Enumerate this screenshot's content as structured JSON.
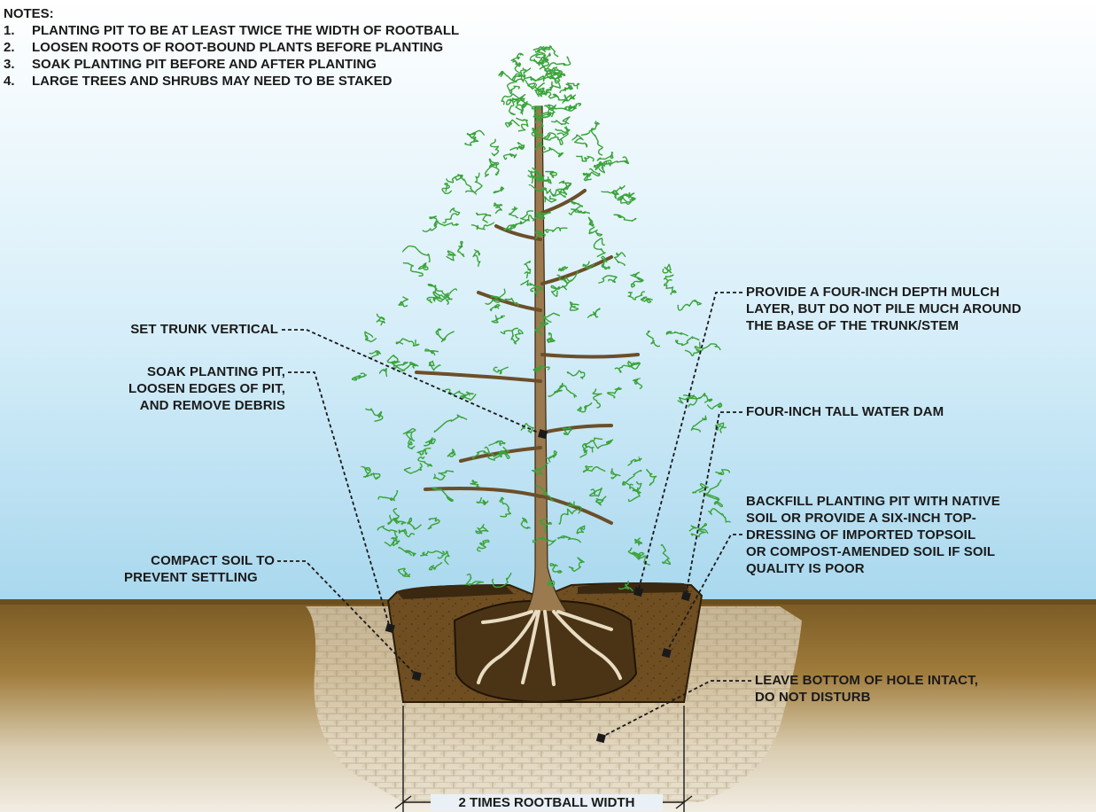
{
  "notes": {
    "title": "NOTES:",
    "items": [
      {
        "num": "1.",
        "text": "PLANTING PIT TO BE AT LEAST TWICE THE WIDTH OF ROOTBALL"
      },
      {
        "num": "2.",
        "text": "LOOSEN ROOTS OF ROOT-BOUND PLANTS BEFORE PLANTING"
      },
      {
        "num": "3.",
        "text": "SOAK PLANTING PIT BEFORE AND AFTER PLANTING"
      },
      {
        "num": "4.",
        "text": "LARGE TREES AND SHRUBS MAY NEED TO BE STAKED"
      }
    ]
  },
  "callouts": {
    "set_trunk": "SET TRUNK VERTICAL",
    "soak_pit": [
      "SOAK PLANTING PIT,",
      "LOOSEN EDGES OF PIT,",
      "AND REMOVE  DEBRIS"
    ],
    "compact_soil": [
      "COMPACT SOIL TO",
      "PREVENT SETTLING"
    ],
    "mulch": [
      "PROVIDE A FOUR-INCH DEPTH MULCH",
      "LAYER, BUT DO NOT PILE MUCH AROUND",
      "THE BASE OF THE TRUNK/STEM"
    ],
    "water_dam": "FOUR-INCH TALL WATER DAM",
    "backfill": [
      "BACKFILL PLANTING PIT WITH NATIVE",
      "SOIL OR PROVIDE A SIX-INCH TOP-",
      "DRESSING OF IMPORTED TOPSOIL",
      "OR COMPOST-AMENDED SOIL IF SOIL",
      "QUALITY IS POOR"
    ],
    "leave_bottom": [
      "LEAVE BOTTOM OF HOLE INTACT,",
      "DO NOT DISTURB"
    ]
  },
  "dimension": "2 TIMES ROOTBALL WIDTH",
  "colors": {
    "sky_top": "#ffffff",
    "sky_bottom": "#a9d8ee",
    "ground_band": "#8a6a2e",
    "soil": "#6f4e22",
    "rootball": "#4b3415",
    "trunk": "#9a7a4e",
    "foliage": "#3aa33a",
    "callout_line": "#1a1a1a"
  }
}
